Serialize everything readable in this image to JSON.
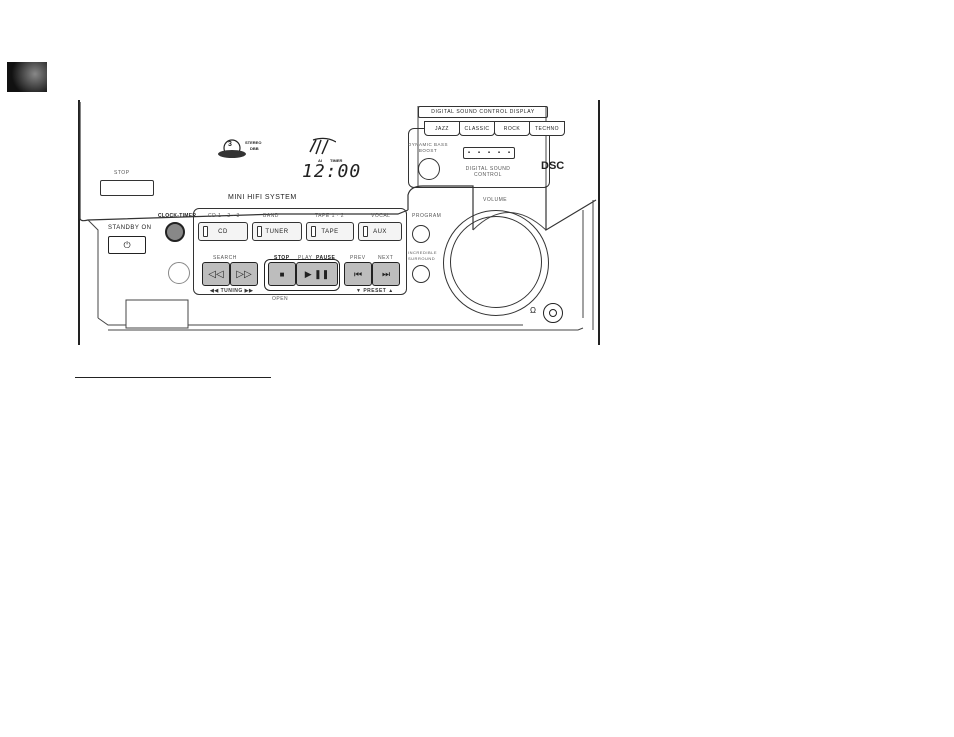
{
  "product": {
    "name": "MINI HIFI SYSTEM",
    "dsc_logo": "DSC"
  },
  "dsc_display": {
    "title": "DIGITAL SOUND CONTROL DISPLAY",
    "tabs": [
      "JAZZ",
      "CLASSIC",
      "ROCK",
      "TECHNO"
    ],
    "control_label": "DIGITAL SOUND CONTROL"
  },
  "dynamic_bass_boost": {
    "label": "DYNAMIC BASS BOOST"
  },
  "lcd": {
    "time": "12:00",
    "stereo_label": "STEREO",
    "dbb_label": "DBB",
    "ai_label": "AI",
    "timer_label": "TIMER",
    "disc_number": "3"
  },
  "volume": {
    "label": "VOLUME"
  },
  "standby": {
    "label": "STANDBY ON"
  },
  "clock_timer": {
    "label": "CLOCK-TIMER"
  },
  "tray_label": "STOP",
  "sources": [
    {
      "top": "CD 1 · 2 · 3",
      "label": "CD"
    },
    {
      "top": "BAND",
      "label": "TUNER"
    },
    {
      "top": "TAPE 1 · 2",
      "label": "TAPE"
    },
    {
      "top": "VOCAL",
      "label": "AUX"
    }
  ],
  "program": {
    "label": "PROGRAM"
  },
  "incredible": {
    "label": "INCREDIBLE SURROUND"
  },
  "transport": {
    "search_label": "SEARCH",
    "tuning_label": "◀◀ TUNING ▶▶",
    "stop_label": "STOP",
    "play_label": "PLAY",
    "pause_label": "PAUSE",
    "prev_label": "PREV",
    "next_label": "NEXT",
    "preset_label": "▼ PRESET ▲",
    "open_label": "OPEN"
  },
  "headphones": {
    "symbol": "Ω"
  }
}
